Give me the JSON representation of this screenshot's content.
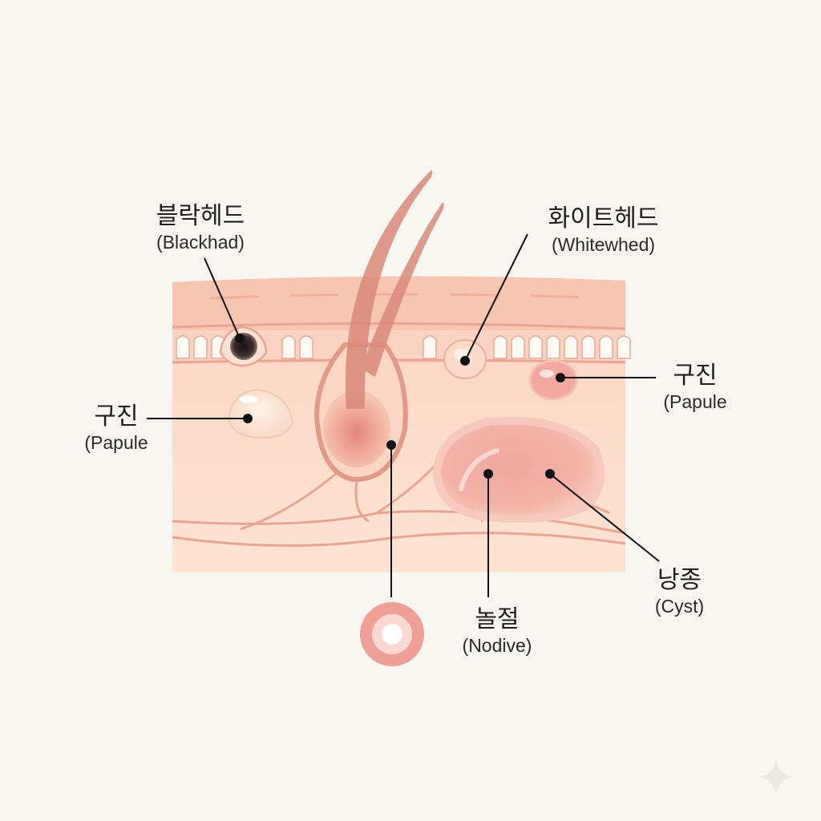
{
  "background_color": "#f9f6f2",
  "colors": {
    "skin_surface": "#f6c9b4",
    "skin_dermis": "#fcdcc8",
    "tissue_line": "#e8a593",
    "follicle": "#d98a7a",
    "lesion_red": "#e7837a",
    "blackhead": "#2a2220",
    "leader_line": "#111111"
  },
  "labels": {
    "blackhead": {
      "ko": "블락헤드",
      "en": "(Blackhad)"
    },
    "whitehead": {
      "ko": "화이트헤드",
      "en": "(Whitewhed)"
    },
    "papule_left": {
      "ko": "구진",
      "en": "(Papule"
    },
    "papule_right": {
      "ko": "구진",
      "en": "(Papule"
    },
    "nodule": {
      "ko": "놀절",
      "en": "(Nodive)"
    },
    "cyst": {
      "ko": "낭종",
      "en": "(Cyst)"
    }
  }
}
